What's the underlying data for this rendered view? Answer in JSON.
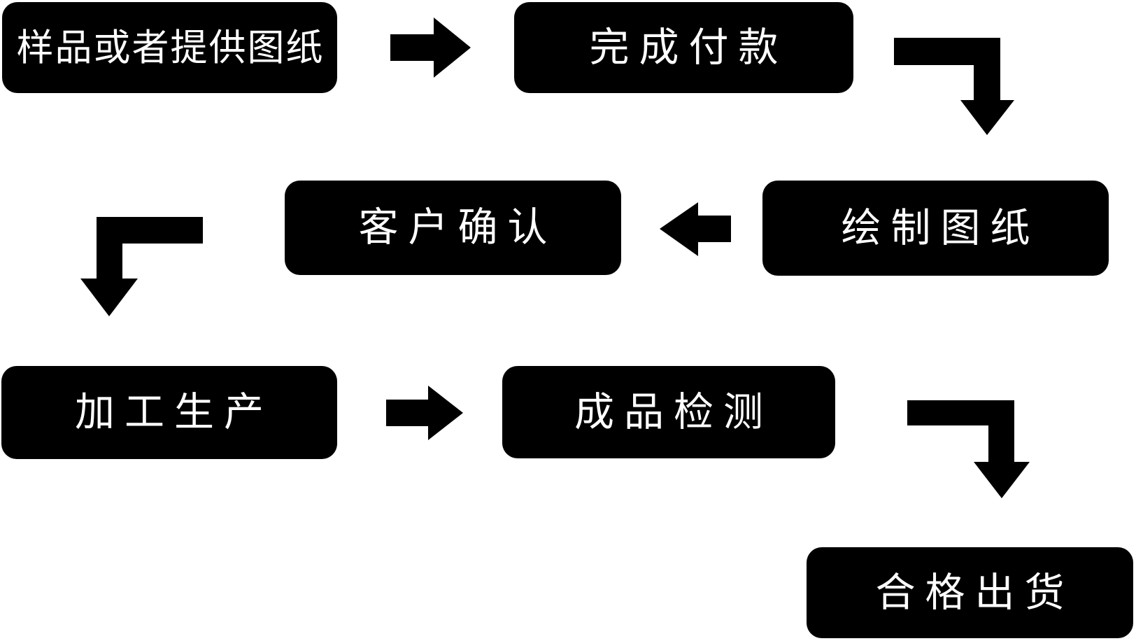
{
  "diagram": {
    "canvas_background": "#ffffff",
    "node_fill": "#000000",
    "node_text_color": "#ffffff",
    "arrow_color": "#000000",
    "nodes": [
      {
        "id": "step-1-sample-or-drawing",
        "label": "样品或者提供图纸"
      },
      {
        "id": "step-2-payment",
        "label": "完成付款"
      },
      {
        "id": "step-3-draw-drawing",
        "label": "绘制图纸"
      },
      {
        "id": "step-4-customer-confirm",
        "label": "客户确认"
      },
      {
        "id": "step-5-production",
        "label": "加工生产"
      },
      {
        "id": "step-6-inspection",
        "label": "成品检测"
      },
      {
        "id": "step-7-shipment",
        "label": "合格出货"
      }
    ],
    "connectors": [
      {
        "from": "样品或者提供图纸",
        "to": "完成付款",
        "shape": "arrow-right"
      },
      {
        "from": "完成付款",
        "to": "绘制图纸",
        "shape": "elbow-right-down"
      },
      {
        "from": "绘制图纸",
        "to": "客户确认",
        "shape": "arrow-left"
      },
      {
        "from": "客户确认",
        "to": "加工生产",
        "shape": "elbow-left-down"
      },
      {
        "from": "加工生产",
        "to": "成品检测",
        "shape": "arrow-right"
      },
      {
        "from": "成品检测",
        "to": "合格出货",
        "shape": "elbow-right-down"
      }
    ]
  }
}
